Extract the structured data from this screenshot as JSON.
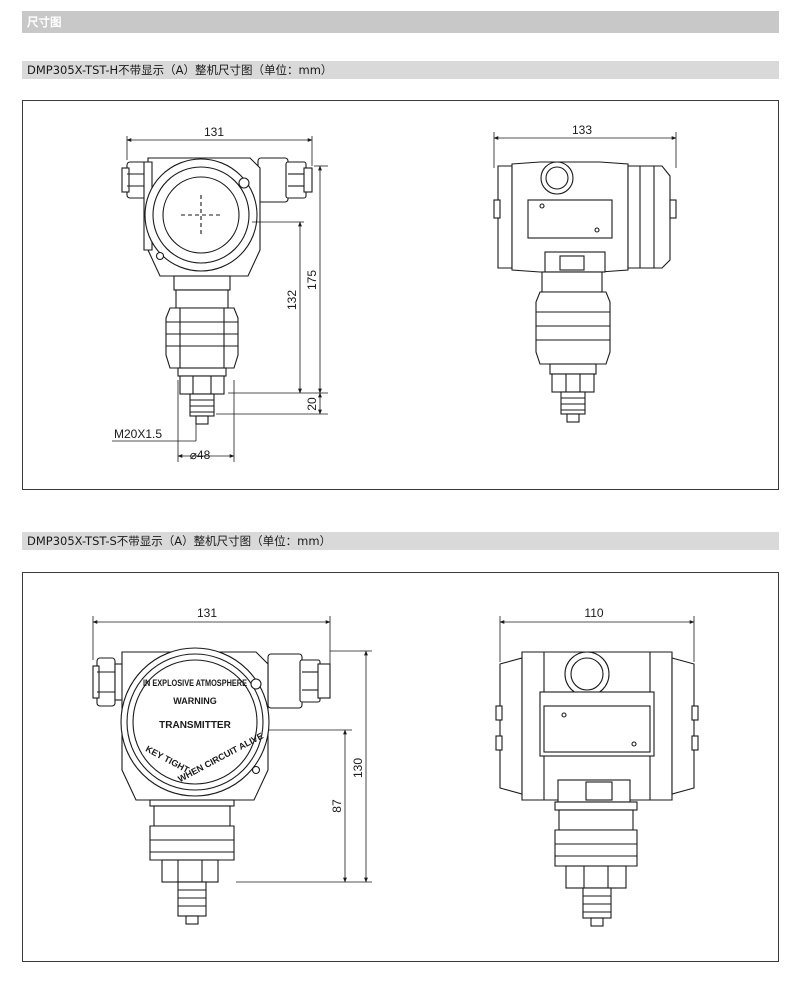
{
  "header": {
    "title": "尺寸图"
  },
  "sections": [
    {
      "title": "DMP305X-TST-H不带显示（A）整机尺寸图（单位：mm）",
      "front": {
        "width_label": "131",
        "height_label_1": "132",
        "height_label_2": "175",
        "fitting_label": "20",
        "thread_label": "M20X1.5",
        "diameter_label": "⌀48"
      },
      "side": {
        "width_label": "133"
      }
    },
    {
      "title": "DMP305X-TST-S不带显示（A）整机尺寸图（单位：mm）",
      "front": {
        "width_label": "131",
        "height_label_1": "87",
        "height_label_2": "130",
        "cover_text_top": "IN EXPLOSIVE ATMOSPHERE",
        "cover_text_warning": "WARNING",
        "cover_text_main": "TRANSMITTER",
        "cover_text_left": "KEY TIGHT",
        "cover_text_bottom": "WHEN CIRCUIT ALIVE"
      },
      "side": {
        "width_label": "110"
      }
    }
  ]
}
